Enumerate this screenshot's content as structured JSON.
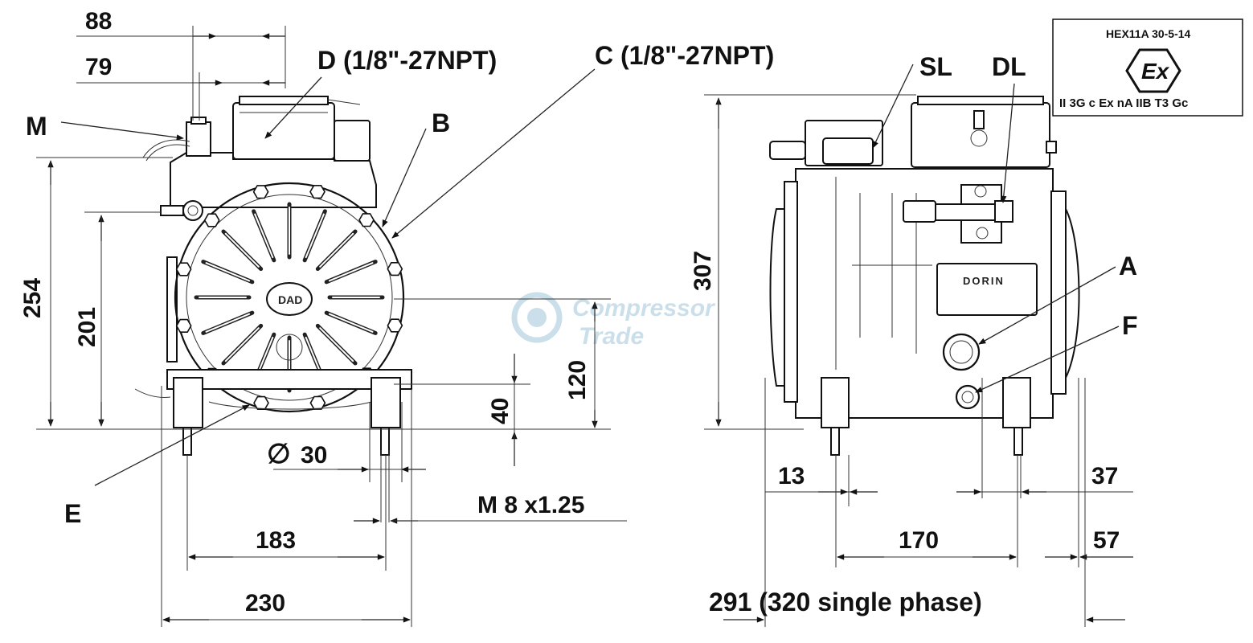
{
  "watermark": {
    "line1": "Compressor",
    "line2": "Trade",
    "color": "#9fc6da"
  },
  "atex": {
    "code": "HEX11A 30-5-14",
    "mark": "Ex",
    "rating": "II 3G c Ex nA IIB T3 Gc"
  },
  "front_view": {
    "dimensions": {
      "d88": "88",
      "d79": "79",
      "d254": "254",
      "d201": "201",
      "d120": "120",
      "d40": "40",
      "d30": "30",
      "thread": "M 8 x1.25",
      "d183": "183",
      "d230": "230"
    },
    "labels": {
      "M": "M",
      "D": "D (1/8\"-27NPT)",
      "C": "C (1/8\"-27NPT)",
      "B": "B",
      "E": "E"
    },
    "diameter_symbol": "∅"
  },
  "side_view": {
    "dimensions": {
      "d307": "307",
      "d13": "13",
      "d37": "37",
      "d170": "170",
      "d57": "57",
      "d291": "291 (320 single phase)"
    },
    "labels": {
      "SL": "SL",
      "DL": "DL",
      "A": "A",
      "F": "F"
    },
    "plate_text": "DORIN"
  }
}
